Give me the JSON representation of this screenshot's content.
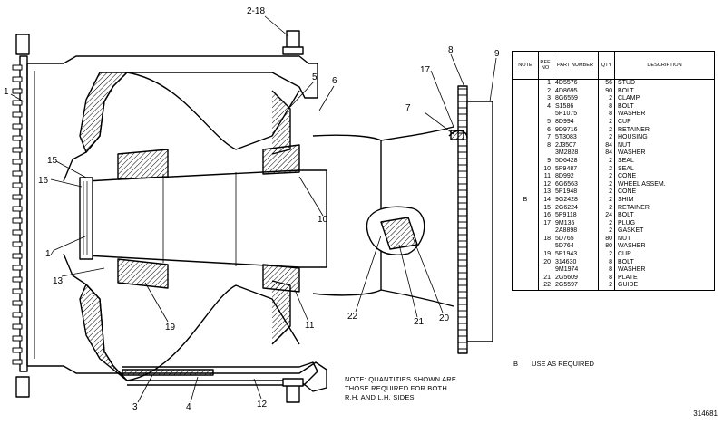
{
  "callouts": [
    "1",
    "2-18",
    "3",
    "4",
    "5",
    "6",
    "7",
    "8",
    "9",
    "10",
    "11",
    "12",
    "13",
    "14",
    "15",
    "16",
    "17",
    "19",
    "20",
    "21",
    "22"
  ],
  "note_lines": [
    "NOTE: QUANTITIES SHOWN ARE",
    "THOSE REQUIRED FOR BOTH",
    "R.H. AND L.H. SIDES"
  ],
  "figure_id": "314681",
  "table": {
    "headers": {
      "note": "NOTE",
      "ref": "REF NO",
      "part": "PART NUMBER",
      "qty": "QTY",
      "desc": "DESCRIPTION"
    },
    "rows": [
      {
        "note": "",
        "ref": "1",
        "part": "4D5576",
        "qty": "56",
        "desc": "STUD"
      },
      {
        "note": "",
        "ref": "2",
        "part": "4D8695",
        "qty": "90",
        "desc": "BOLT"
      },
      {
        "note": "",
        "ref": "3",
        "part": "8G6559",
        "qty": "2",
        "desc": "CLAMP"
      },
      {
        "note": "",
        "ref": "4",
        "part": "S1586",
        "qty": "8",
        "desc": "BOLT"
      },
      {
        "note": "",
        "ref": "",
        "part": "5P1075",
        "qty": "8",
        "desc": "WASHER"
      },
      {
        "note": "",
        "ref": "5",
        "part": "8D994",
        "qty": "2",
        "desc": "CUP"
      },
      {
        "note": "",
        "ref": "6",
        "part": "9D9716",
        "qty": "2",
        "desc": "RETAINER"
      },
      {
        "note": "",
        "ref": "7",
        "part": "5T3083",
        "qty": "2",
        "desc": "HOUSING"
      },
      {
        "note": "",
        "ref": "8",
        "part": "2J3507",
        "qty": "84",
        "desc": "NUT"
      },
      {
        "note": "",
        "ref": "",
        "part": "3M2828",
        "qty": "84",
        "desc": "WASHER"
      },
      {
        "note": "",
        "ref": "9",
        "part": "5D6428",
        "qty": "2",
        "desc": "SEAL"
      },
      {
        "note": "",
        "ref": "10",
        "part": "5P9487",
        "qty": "2",
        "desc": "SEAL"
      },
      {
        "note": "",
        "ref": "11",
        "part": "8D992",
        "qty": "2",
        "desc": "CONE"
      },
      {
        "note": "",
        "ref": "12",
        "part": "6G6563",
        "qty": "2",
        "desc": "WHEEL ASSEM."
      },
      {
        "note": "",
        "ref": "13",
        "part": "5P1948",
        "qty": "2",
        "desc": "CONE"
      },
      {
        "note": "B",
        "ref": "14",
        "part": "9G2428",
        "qty": "2",
        "desc": "SHIM"
      },
      {
        "note": "",
        "ref": "15",
        "part": "2G6224",
        "qty": "2",
        "desc": "RETAINER"
      },
      {
        "note": "",
        "ref": "16",
        "part": "5P9118",
        "qty": "24",
        "desc": "BOLT"
      },
      {
        "note": "",
        "ref": "17",
        "part": "9M135",
        "qty": "2",
        "desc": "PLUG"
      },
      {
        "note": "",
        "ref": "",
        "part": "2A8898",
        "qty": "2",
        "desc": "GASKET"
      },
      {
        "note": "",
        "ref": "18",
        "part": "5D765",
        "qty": "80",
        "desc": "NUT"
      },
      {
        "note": "",
        "ref": "",
        "part": "5D764",
        "qty": "80",
        "desc": "WASHER"
      },
      {
        "note": "",
        "ref": "19",
        "part": "5P1943",
        "qty": "2",
        "desc": "CUP"
      },
      {
        "note": "",
        "ref": "20",
        "part": "314630",
        "qty": "8",
        "desc": "BOLT"
      },
      {
        "note": "",
        "ref": "",
        "part": "9M1974",
        "qty": "8",
        "desc": "WASHER"
      },
      {
        "note": "",
        "ref": "21",
        "part": "2G5609",
        "qty": "8",
        "desc": "PLATE"
      },
      {
        "note": "",
        "ref": "22",
        "part": "2G5597",
        "qty": "2",
        "desc": "GUIDE"
      }
    ]
  },
  "legend": {
    "key": "B",
    "text": "USE AS REQUIRED"
  }
}
